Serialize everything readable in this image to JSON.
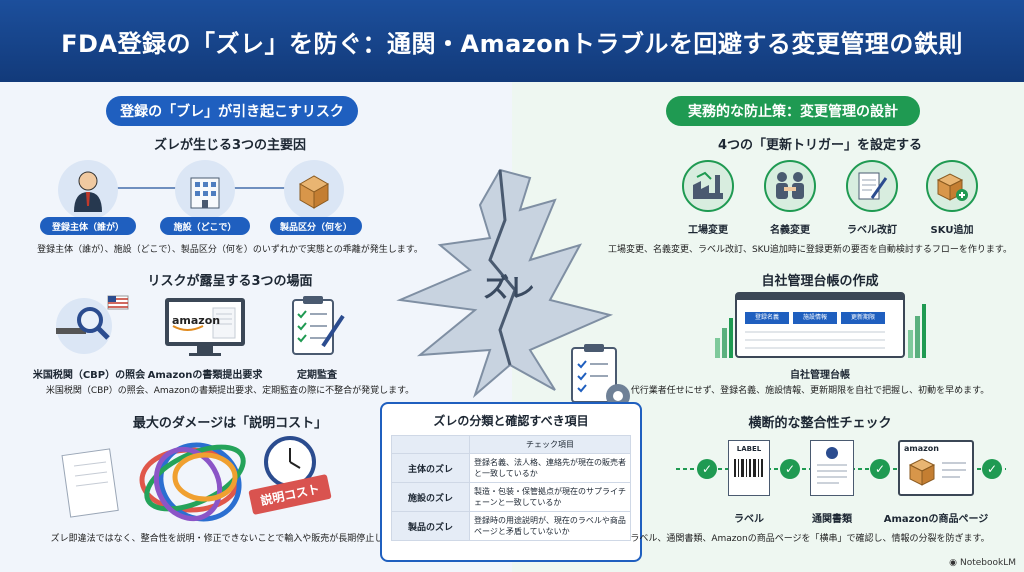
{
  "header": {
    "title": "FDA登録の「ズレ」を防ぐ：通関・Amazonトラブルを回避する変更管理の鉄則"
  },
  "left": {
    "pill": "登録の「ブレ」が引き起こすリスク",
    "causes": {
      "title": "ズレが生じる3つの主要因",
      "items": [
        {
          "label": "登録主体（誰が）",
          "icon": "person-icon"
        },
        {
          "label": "施設（どこで）",
          "icon": "building-icon"
        },
        {
          "label": "製品区分（何を）",
          "icon": "box-icon"
        }
      ],
      "caption": "登録主体（誰が）、施設（どこで）、製品区分（何を）のいずれかで実態との乖離が発生します。"
    },
    "scenes": {
      "title": "リスクが露呈する3つの場面",
      "items": [
        {
          "label": "米国税関（CBP）の照会",
          "icon": "magnifier-flag-icon"
        },
        {
          "label": "Amazonの書類提出要求",
          "icon": "amazon-monitor-icon"
        },
        {
          "label": "定期監査",
          "icon": "clipboard-icon"
        }
      ],
      "amazon_text": "amazon",
      "caption": "米国税関（CBP）の照会、Amazonの書類提出要求、定期監査の際に不整合が発覚します。"
    },
    "damage": {
      "title": "最大のダメージは「説明コスト」",
      "tag": "説明コスト",
      "caption": "ズレ即違法ではなく、整合性を説明・修正できないことで輸入や販売が長期停止します。"
    }
  },
  "center": {
    "crack_label": "ズレ",
    "table": {
      "title": "ズレの分類と確認すべき項目",
      "header": "チェック項目",
      "rows": [
        {
          "name": "主体のズレ",
          "check": "登録名義、法人格、連絡先が現在の販売者と一致しているか"
        },
        {
          "name": "施設のズレ",
          "check": "製造・包装・保管拠点が現在のサプライチェーンと一致しているか"
        },
        {
          "name": "製品のズレ",
          "check": "登録時の用途説明が、現在のラベルや商品ページと矛盾していないか"
        }
      ]
    }
  },
  "right": {
    "pill": "実務的な防止策：変更管理の設計",
    "triggers": {
      "title": "4つの「更新トリガー」を設定する",
      "items": [
        {
          "label": "工場変更",
          "icon": "factory-icon"
        },
        {
          "label": "名義変更",
          "icon": "handshake-icon"
        },
        {
          "label": "ラベル改訂",
          "icon": "label-pen-icon"
        },
        {
          "label": "SKU追加",
          "icon": "box-plus-icon"
        }
      ],
      "caption": "工場変更、名義変更、ラベル改訂、SKU追加時に登録更新の要否を自動検討するフローを作ります。"
    },
    "ledger": {
      "title": "自社管理台帳の作成",
      "columns": [
        "登録名義",
        "施設情報",
        "更新期限"
      ],
      "label": "自社管理台帳",
      "caption": "代行業者任せにせず、登録名義、施設情報、更新期限を自社で把握し、初動を早めます。"
    },
    "consistency": {
      "title": "横断的な整合性チェック",
      "items": [
        {
          "label": "ラベル",
          "doc_text": "LABEL"
        },
        {
          "label": "通関書類",
          "doc_text": ""
        },
        {
          "label": "Amazonの商品ページ",
          "doc_text": "amazon"
        }
      ],
      "caption": "ラベル、通関書類、Amazonの商品ページを「横串」で確認し、情報の分裂を防ぎます。"
    }
  },
  "footer": {
    "brand": "NotebookLM"
  },
  "colors": {
    "primary_blue": "#1f5fbf",
    "header_blue": "#1c4f9c",
    "green": "#1f9a52",
    "orange": "#e07a2a"
  }
}
